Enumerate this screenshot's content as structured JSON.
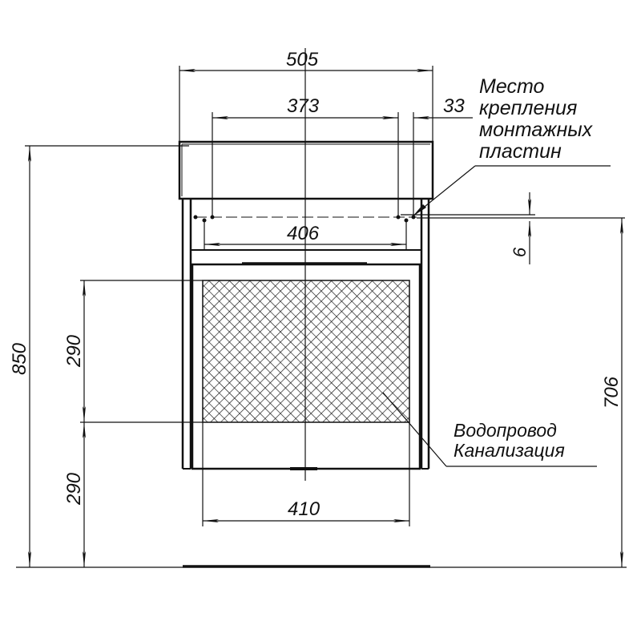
{
  "drawing": {
    "type": "technical drawing - vanity cabinet front view",
    "line_color": "#111111",
    "background": "#ffffff"
  },
  "dimensions": {
    "overall_width": "505",
    "mount_spacing": "373",
    "mount_offset": "33",
    "inner_width": "406",
    "drawer_width": "410",
    "overall_height": "850",
    "pipe_zone_height": "290",
    "pipe_zone_offset": "290",
    "mount_height": "706",
    "mount_gap": "6"
  },
  "annotations": {
    "mounting_note": {
      "line1": "Место",
      "line2": "крепления",
      "line3": "монтажных",
      "line4": "пластин"
    },
    "pipes_note": {
      "line1": "Водопровод",
      "line2": "Канализация"
    }
  }
}
